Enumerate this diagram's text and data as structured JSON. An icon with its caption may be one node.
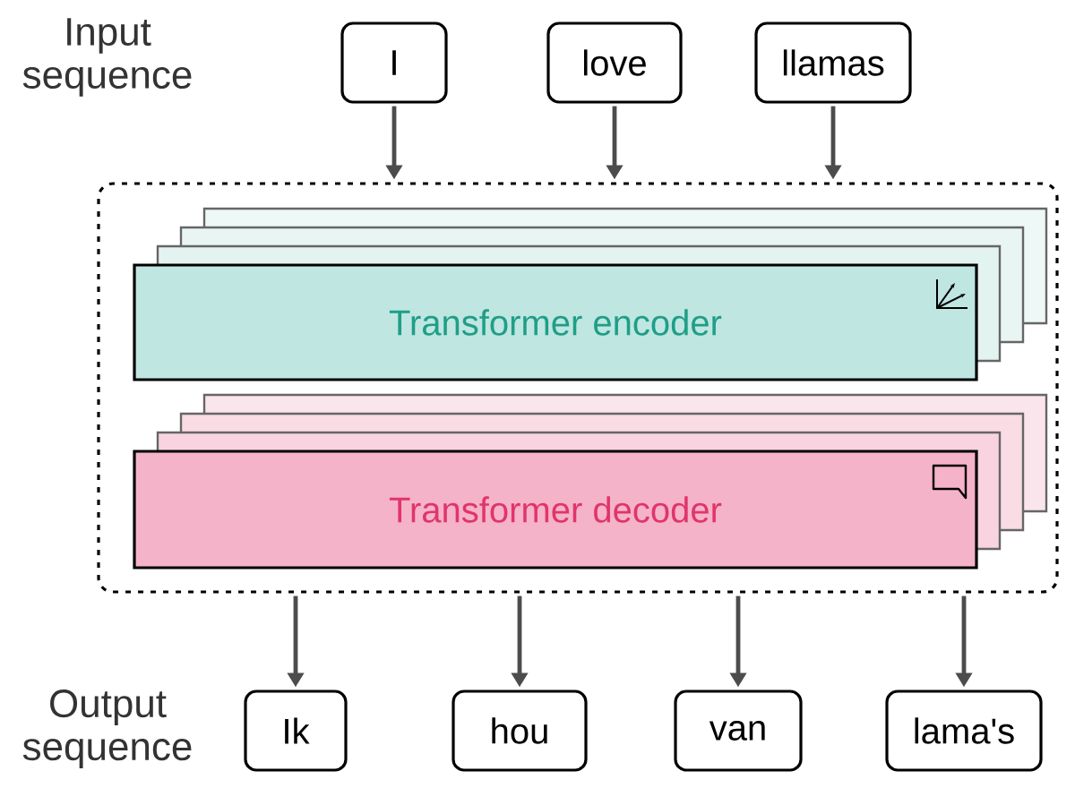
{
  "diagram": {
    "nodes": [
      {
        "text": [],
        "shape": "box"
      },
      {
        "text": [
          "I"
        ]
      },
      {
        "text": [
          "love"
        ]
      },
      {
        "text": [
          "llamas"
        ]
      },
      {
        "text": [
          "Transformer encoder"
        ],
        "in": 0
      },
      {
        "text": [
          "Transformer decoder"
        ],
        "in": 0
      },
      {
        "text": [
          "Ik"
        ]
      },
      {
        "text": [
          "hou"
        ]
      },
      {
        "text": [
          "van"
        ]
      },
      {
        "text": [
          "lama's"
        ]
      }
    ],
    "edges": [
      {
        "from": 1,
        "to": 0,
        "arrow": "to"
      },
      {
        "from": 2,
        "to": 0,
        "arrow": "to"
      },
      {
        "from": 3,
        "to": 0,
        "arrow": "to"
      },
      {
        "from": 0,
        "to": 6,
        "arrow": "to"
      },
      {
        "from": 0,
        "to": 7,
        "arrow": "to"
      },
      {
        "from": 0,
        "to": 8,
        "arrow": "to"
      },
      {
        "from": 0,
        "to": 9,
        "arrow": "to"
      }
    ],
    "labels": [
      "Input sequence",
      "Output sequence"
    ]
  }
}
